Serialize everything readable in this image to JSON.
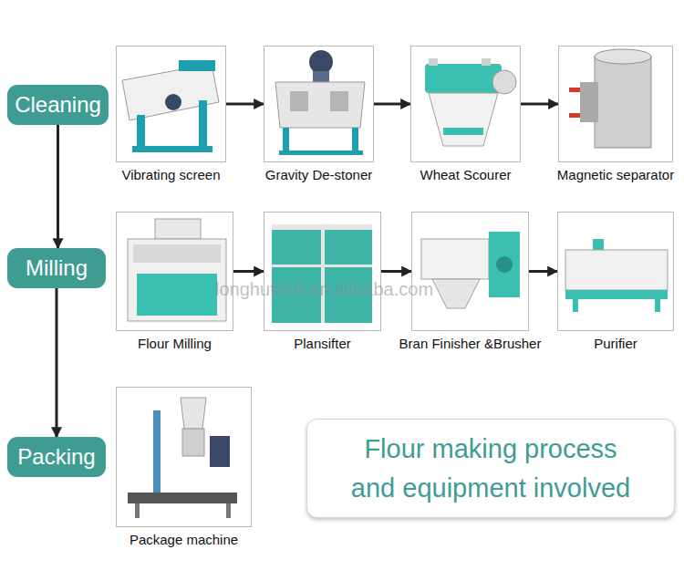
{
  "diagram": {
    "nodes": [
      {
        "text": [
          "Cleaning"
        ]
      },
      {
        "text": [
          "Vibrating screen"
        ]
      },
      {
        "text": [
          "Gravity De-stoner"
        ]
      },
      {
        "text": [
          "Wheat Scourer"
        ]
      },
      {
        "text": [
          "Magnetic separator"
        ]
      },
      {
        "text": [
          "Milling"
        ]
      },
      {
        "text": [
          "Flour Milling"
        ]
      },
      {
        "text": [
          "Plansifter"
        ]
      },
      {
        "text": [
          "Bran Finisher &Brusher"
        ]
      },
      {
        "text": [
          "Purifier"
        ]
      },
      {
        "text": [
          "Packing"
        ]
      },
      {
        "text": [
          "Package machine"
        ]
      },
      {
        "text": [
          "Flour making process and equipment involved"
        ]
      }
    ],
    "edges": [
      {
        "from": 0,
        "to": 5,
        "arrow": "to"
      },
      {
        "from": 5,
        "to": 10,
        "arrow": "to"
      },
      {
        "from": 1,
        "to": 2,
        "arrow": "to"
      },
      {
        "from": 2,
        "to": 3,
        "arrow": "to"
      },
      {
        "from": 3,
        "to": 4,
        "arrow": "to"
      },
      {
        "from": 6,
        "to": 7,
        "arrow": "to"
      },
      {
        "from": 7,
        "to": 8,
        "arrow": "to"
      },
      {
        "from": 8,
        "to": 9,
        "arrow": "to"
      }
    ],
    "labels": [
      "longhutech.en.alibaba.com"
    ]
  }
}
